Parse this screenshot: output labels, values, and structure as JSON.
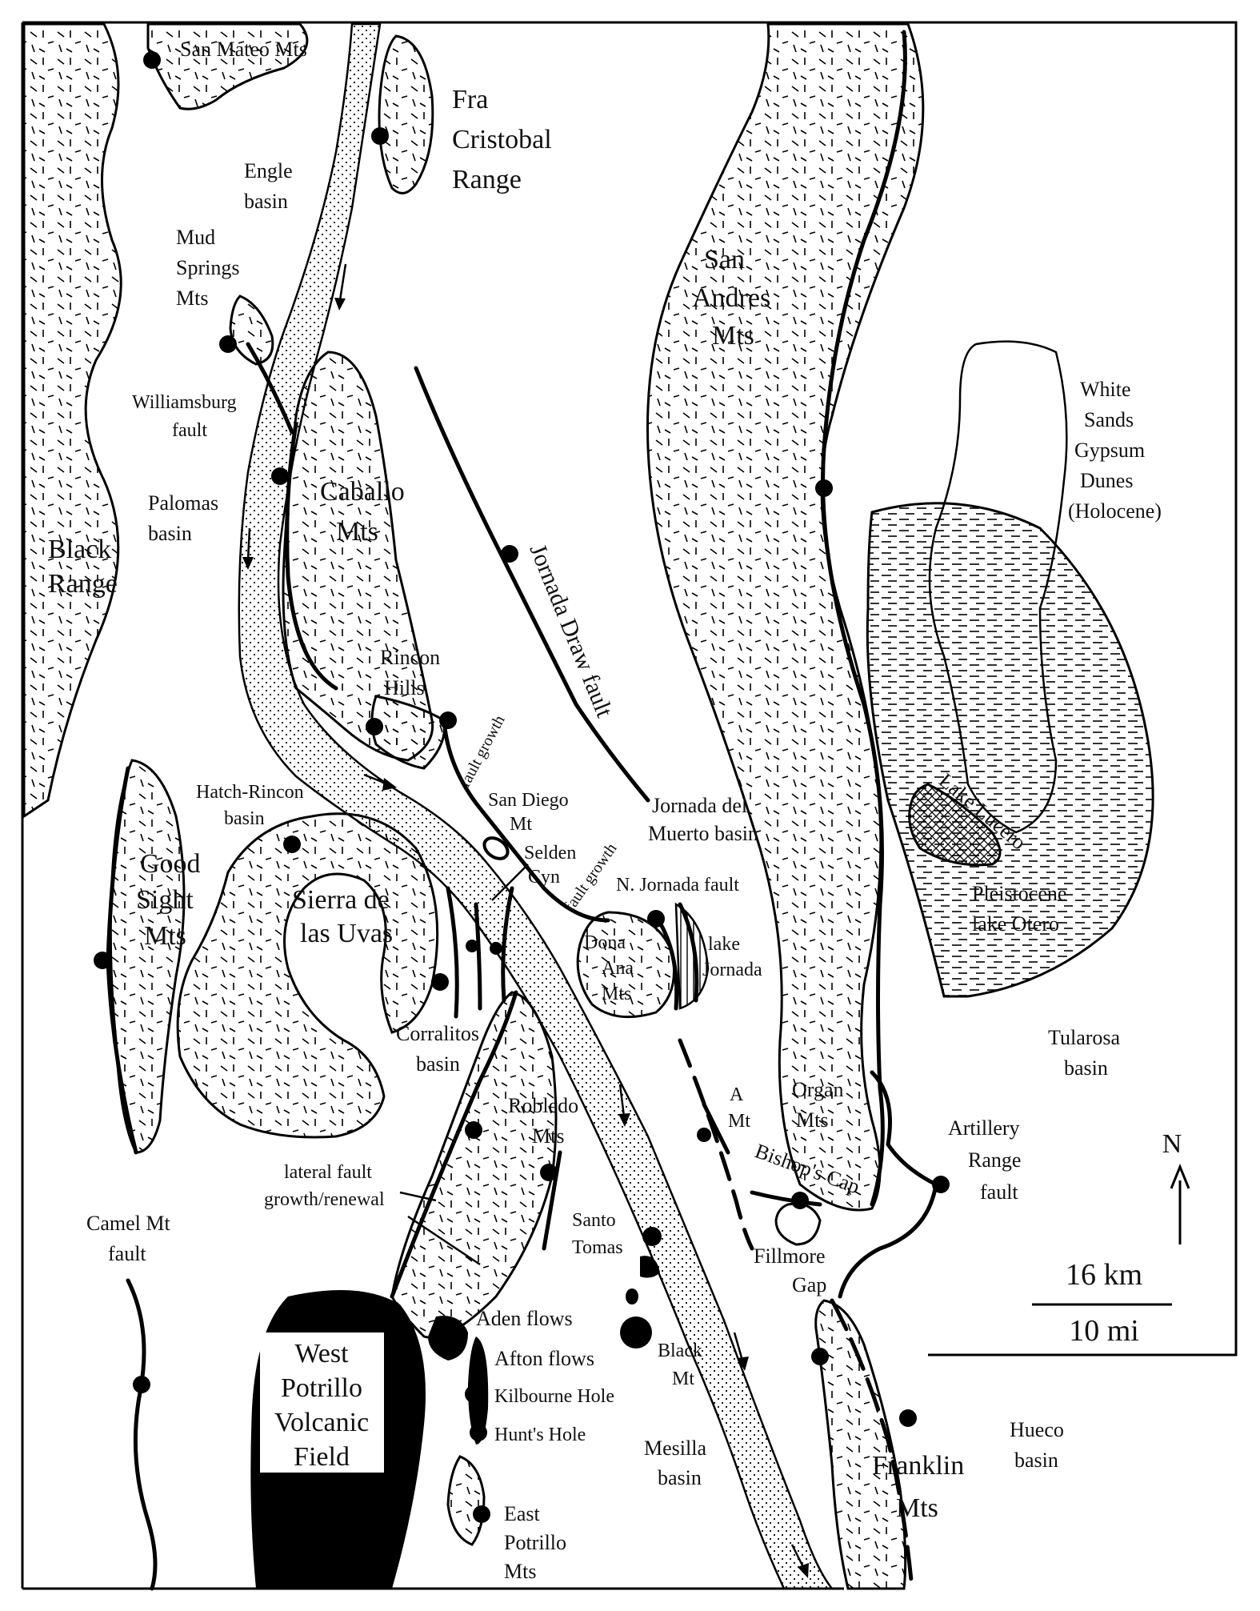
{
  "map": {
    "ranges": {
      "san_mateo": "San Mateo Mts",
      "fra_cristobal": [
        "Fra",
        "Cristobal",
        "Range"
      ],
      "mud_springs": [
        "Mud",
        "Springs",
        "Mts"
      ],
      "caballo": [
        "Caballo",
        "Mts"
      ],
      "black_range": [
        "Black",
        "Range"
      ],
      "rincon_hills": [
        "Rincon",
        "Hills"
      ],
      "good_sight": [
        "Good",
        "Sight",
        "Mts"
      ],
      "sierra_uvas": [
        "Sierra de",
        "las Uvas"
      ],
      "dona_ana": [
        "Dona",
        "Ana",
        "Mts"
      ],
      "san_andres": [
        "San",
        "Andres",
        "Mts"
      ],
      "organ": [
        "Organ",
        "Mts"
      ],
      "robledo": [
        "Robledo",
        "Mts"
      ],
      "franklin": [
        "Franklin",
        "Mts"
      ],
      "east_potrillo": [
        "East",
        "Potrillo",
        "Mts"
      ],
      "a_mt": [
        "A",
        "Mt"
      ],
      "san_diego": [
        "San Diego",
        "Mt"
      ],
      "black_mt": [
        "Black",
        "Mt"
      ],
      "santo_tomas": [
        "Santo",
        "Tomas"
      ]
    },
    "basins": {
      "engle": [
        "Engle",
        "basin"
      ],
      "palomas": [
        "Palomas",
        "basin"
      ],
      "hatch_rincon": [
        "Hatch-Rincon",
        "basin"
      ],
      "jornada_muerto": [
        "Jornada del",
        "Muerto basin"
      ],
      "corralitos": [
        "Corralitos",
        "basin"
      ],
      "tularosa": [
        "Tularosa",
        "basin"
      ],
      "mesilla": [
        "Mesilla",
        "basin"
      ],
      "hueco": [
        "Hueco",
        "basin"
      ]
    },
    "faults": {
      "williamsburg": [
        "Williamsburg",
        "fault"
      ],
      "jornada_draw": "Jornada Draw fault",
      "n_jornada": "N. Jornada fault",
      "artillery_range": [
        "Artillery",
        "Range",
        "fault"
      ],
      "camel_mt": [
        "Camel Mt",
        "fault"
      ],
      "lateral_growth": [
        "lateral fault",
        "growth/renewal"
      ],
      "fault_growth_1": "fault growth",
      "fault_growth_2": "fault growth"
    },
    "features": {
      "white_sands": [
        "White",
        "Sands",
        "Gypsum",
        "Dunes",
        "(Holocene)"
      ],
      "lake_lucero": "Lake Lucero",
      "lake_otero": [
        "Pleistocene",
        "lake Otero"
      ],
      "lake_jornada": [
        "lake",
        "Jornada"
      ],
      "selden": [
        "Selden",
        "Cyn"
      ],
      "bishops_cap": "Bishop's Cap",
      "fillmore_gap": [
        "Fillmore",
        "Gap"
      ],
      "west_potrillo": [
        "West",
        "Potrillo",
        "Volcanic",
        "Field"
      ],
      "aden": "Aden flows",
      "afton": "Afton flows",
      "kilbourne": "Kilbourne Hole",
      "hunts": "Hunt's Hole"
    },
    "north_arrow": "N",
    "scale": {
      "km": "16 km",
      "mi": "10 mi"
    }
  }
}
